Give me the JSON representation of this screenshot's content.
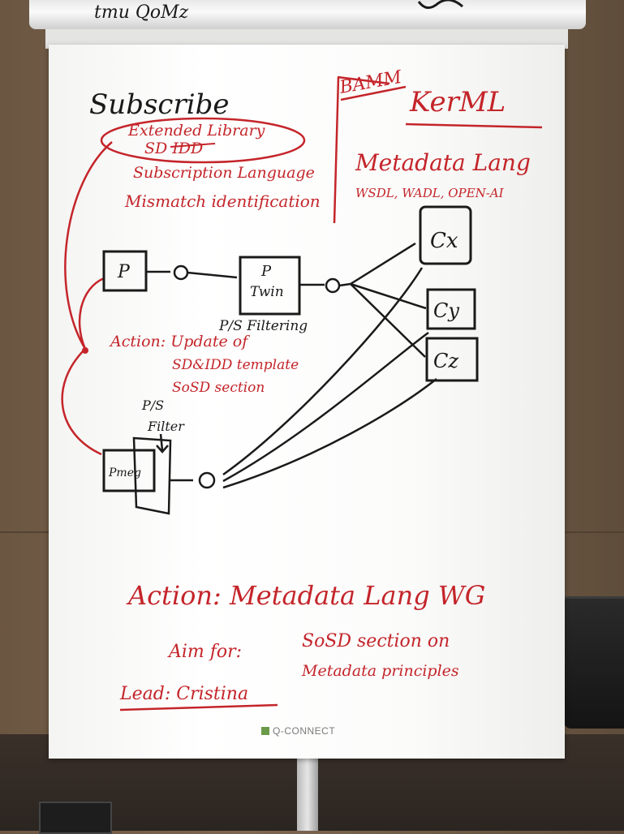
{
  "colors": {
    "red_ink": "#c4252a",
    "black_ink": "#1a1a1a"
  },
  "top_roll": {
    "text": "tmu QoMz"
  },
  "board": {
    "subscribe_title": "Subscribe",
    "subscribe_items": [
      "Extended Library",
      "SD IDD",
      "Subscription Language",
      "Mismatch identification"
    ],
    "bamm": "BAMM",
    "kerml": "KerML",
    "metadata_lang": "Metadata Lang",
    "metadata_formats": "WSDL, WADL, OPEN-AI",
    "producer": "P",
    "twin": [
      "P",
      "Twin"
    ],
    "ps_filtering": "P/S Filtering",
    "consumers": [
      "Cx",
      "Cy",
      "Cz"
    ],
    "action1": [
      "Action: Update of",
      "SD&IDD template",
      "SoSD section"
    ],
    "ps_filter2": [
      "P/S",
      "Filter"
    ],
    "pmeg": "Pmeg",
    "action2": "Action: Metadata Lang WG",
    "aim_for": "Aim for:",
    "aim_text": [
      "SoSD section on",
      "Metadata principles"
    ],
    "lead": "Lead: Cristina"
  },
  "brand": {
    "name": "Q-CONNECT"
  }
}
